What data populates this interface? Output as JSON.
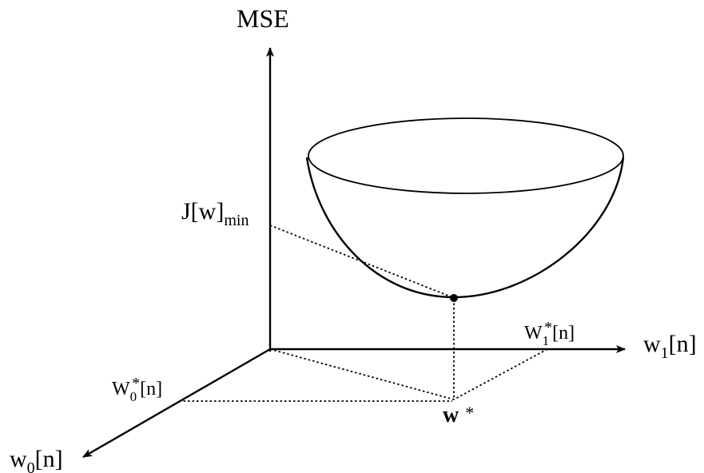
{
  "colors": {
    "ink": "#000000",
    "background": "#ffffff"
  },
  "axes": {
    "vertical": {
      "label": "MSE"
    },
    "w1": {
      "base": "w",
      "sub": "1",
      "suffix": "[n]"
    },
    "w0": {
      "base": "w",
      "sub": "0",
      "suffix": "[n]"
    }
  },
  "labels": {
    "jmin": {
      "base": "J[w]",
      "sub": "min"
    },
    "w1_star": {
      "base": "W",
      "sub": "1",
      "sup": "*",
      "suffix": "[n]"
    },
    "w0_star": {
      "base": "W",
      "sub": "0",
      "sup": "*",
      "suffix": "[n]"
    },
    "w_star": {
      "base": "w",
      "star": "*"
    }
  }
}
